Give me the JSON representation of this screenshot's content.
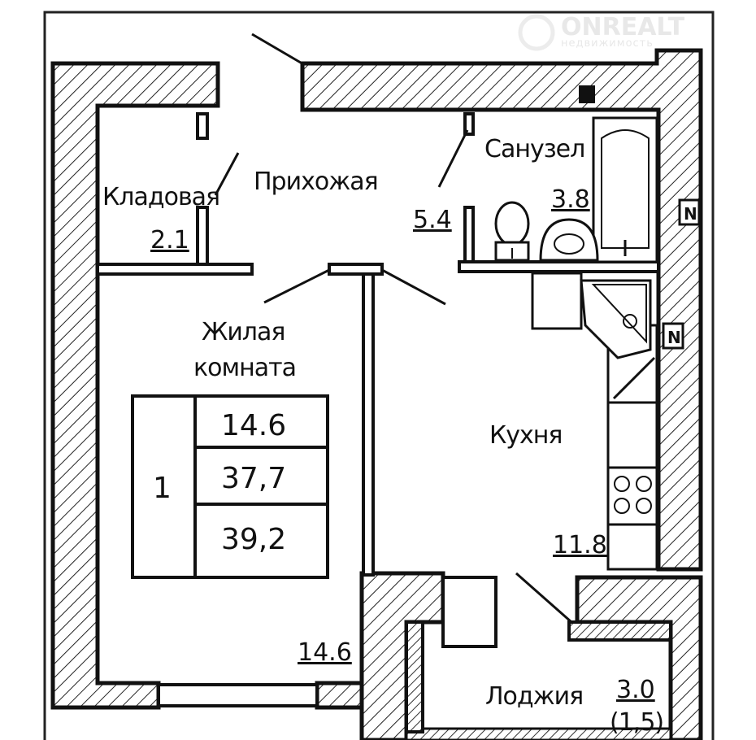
{
  "watermark": {
    "brand": "ONREALT",
    "tagline": "недвижимость"
  },
  "rooms": {
    "storage": {
      "name": "Кладовая",
      "area": "2.1"
    },
    "hallway": {
      "name": "Прихожая",
      "area": "5.4"
    },
    "bathroom": {
      "name": "Санузел",
      "area": "3.8"
    },
    "living": {
      "name_line1": "Жилая",
      "name_line2": "комната",
      "area": "14.6"
    },
    "kitchen": {
      "name": "Кухня",
      "area": "11.8"
    },
    "loggia": {
      "name": "Лоджия",
      "area": "3.0",
      "reduced_area": "(1,5)"
    }
  },
  "summary_table": {
    "rooms_count": "1",
    "living_area": "14.6",
    "total_area": "37,7",
    "total_with_loggia": "39,2"
  },
  "markers": {
    "riser1": "N",
    "riser2": "N"
  }
}
